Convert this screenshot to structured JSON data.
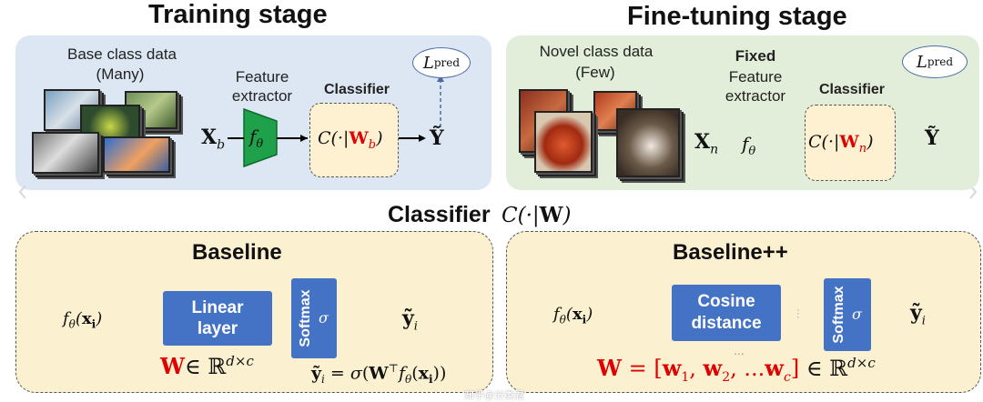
{
  "training": {
    "title": "Training stage",
    "data_label": "Base class data",
    "data_sub": "(Many)",
    "feature_extractor": "Feature\nextractor",
    "classifier_label": "Classifier",
    "input": "X_b",
    "f": "fθ",
    "classifier_fn": "C(·|W_b)",
    "output": "Ỹ",
    "loss": "L_pred"
  },
  "finetune": {
    "title": "Fine-tuning stage",
    "data_label": "Novel class data",
    "data_sub": "(Few)",
    "fixed": "Fixed",
    "feature_extractor": "Feature\nextractor",
    "classifier_label": "Classifier",
    "input": "X_n",
    "f": "fθ",
    "classifier_fn": "C(·|W_n)",
    "output": "Ỹ",
    "loss": "L_pred"
  },
  "classifier_heading": {
    "word": "Classifier",
    "math": "C(·|W)"
  },
  "baseline": {
    "title": "Baseline",
    "input": "fθ(xi)",
    "block": "Linear layer",
    "softmax": "Softmax",
    "sigma": "σ",
    "output": "ỹi",
    "weight": "W∈ ℝd×c",
    "formula": "ỹi = σ(W⊤fθ(xi))"
  },
  "baselinepp": {
    "title": "Baseline++",
    "input": "fθ(xi)",
    "block": "Cosine distance",
    "softmax": "Softmax",
    "sigma": "σ",
    "output": "ỹi",
    "dots": "...",
    "weight": "W = [w1, w2, ...wc] ∈ ℝd×c"
  },
  "watermark": "知乎@分类君",
  "colors": {
    "accent": "#4472c4",
    "green": "#1ea14a",
    "red": "#e00000"
  }
}
